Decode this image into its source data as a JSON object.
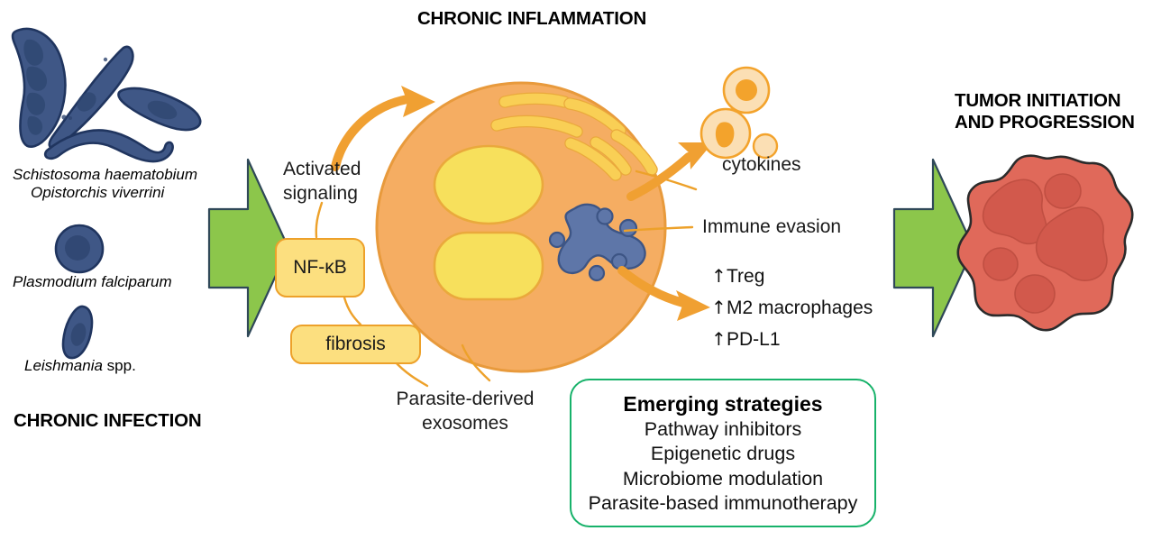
{
  "diagram": {
    "title_top": "CHRONIC INFLAMMATION",
    "title_left": "CHRONIC INFECTION",
    "title_right_line1": "TUMOR INITIATION",
    "title_right_line2": "AND PROGRESSION"
  },
  "pathogens": {
    "group1_line1": "Schistosoma haematobium",
    "group1_line2": "Opistorchis viverrini",
    "group2": "Plasmodium falciparum",
    "group3_italic": "Leishmania",
    "group3_plain": " spp."
  },
  "signaling": {
    "label_line1": "Activated",
    "label_line2": "signaling",
    "nfkb_box": "NF-κB",
    "fibrosis_box": "fibrosis"
  },
  "exosomes": {
    "line1": "Parasite-derived",
    "line2": "exosomes"
  },
  "outputs": {
    "cytokines": "cytokines",
    "immune_evasion": "Immune evasion",
    "upregulated": [
      {
        "arrow": "↑",
        "label": "Treg"
      },
      {
        "arrow": "↑",
        "label": "M2 macrophages"
      },
      {
        "arrow": "↑",
        "label": "PD-L1"
      }
    ]
  },
  "strategies": {
    "title": "Emerging strategies",
    "items": [
      "Pathway inhibitors",
      "Epigenetic drugs",
      "Microbiome modulation",
      "Parasite-based immunotherapy"
    ]
  },
  "colors": {
    "parasite_blue_fill": "#3f5786",
    "parasite_blue_stroke": "#20355f",
    "parasite_blue_nucleus": "#2e456f",
    "green_arrow_fill": "#8cc64b",
    "green_arrow_stroke": "#2f4858",
    "cell_fill": "#f5ad62",
    "cell_stroke": "#e89a3c",
    "organelle_fill": "#f7e05c",
    "organelle_stroke": "#eaa93c",
    "golgi_fill": "#f9cf55",
    "connector_orange": "#eda12a",
    "thick_arrow_orange": "#f0a032",
    "cytokine_outer": "#fbdfb4",
    "cytokine_inner": "#f3a32c",
    "box_fill": "#fcdf7f",
    "box_stroke": "#eda12a",
    "strategy_border": "#17b26a",
    "tumor_fill": "#e0695a",
    "tumor_stroke": "#2b2b2b",
    "tumor_lobe": "#d2594c",
    "text_black": "#111111"
  }
}
